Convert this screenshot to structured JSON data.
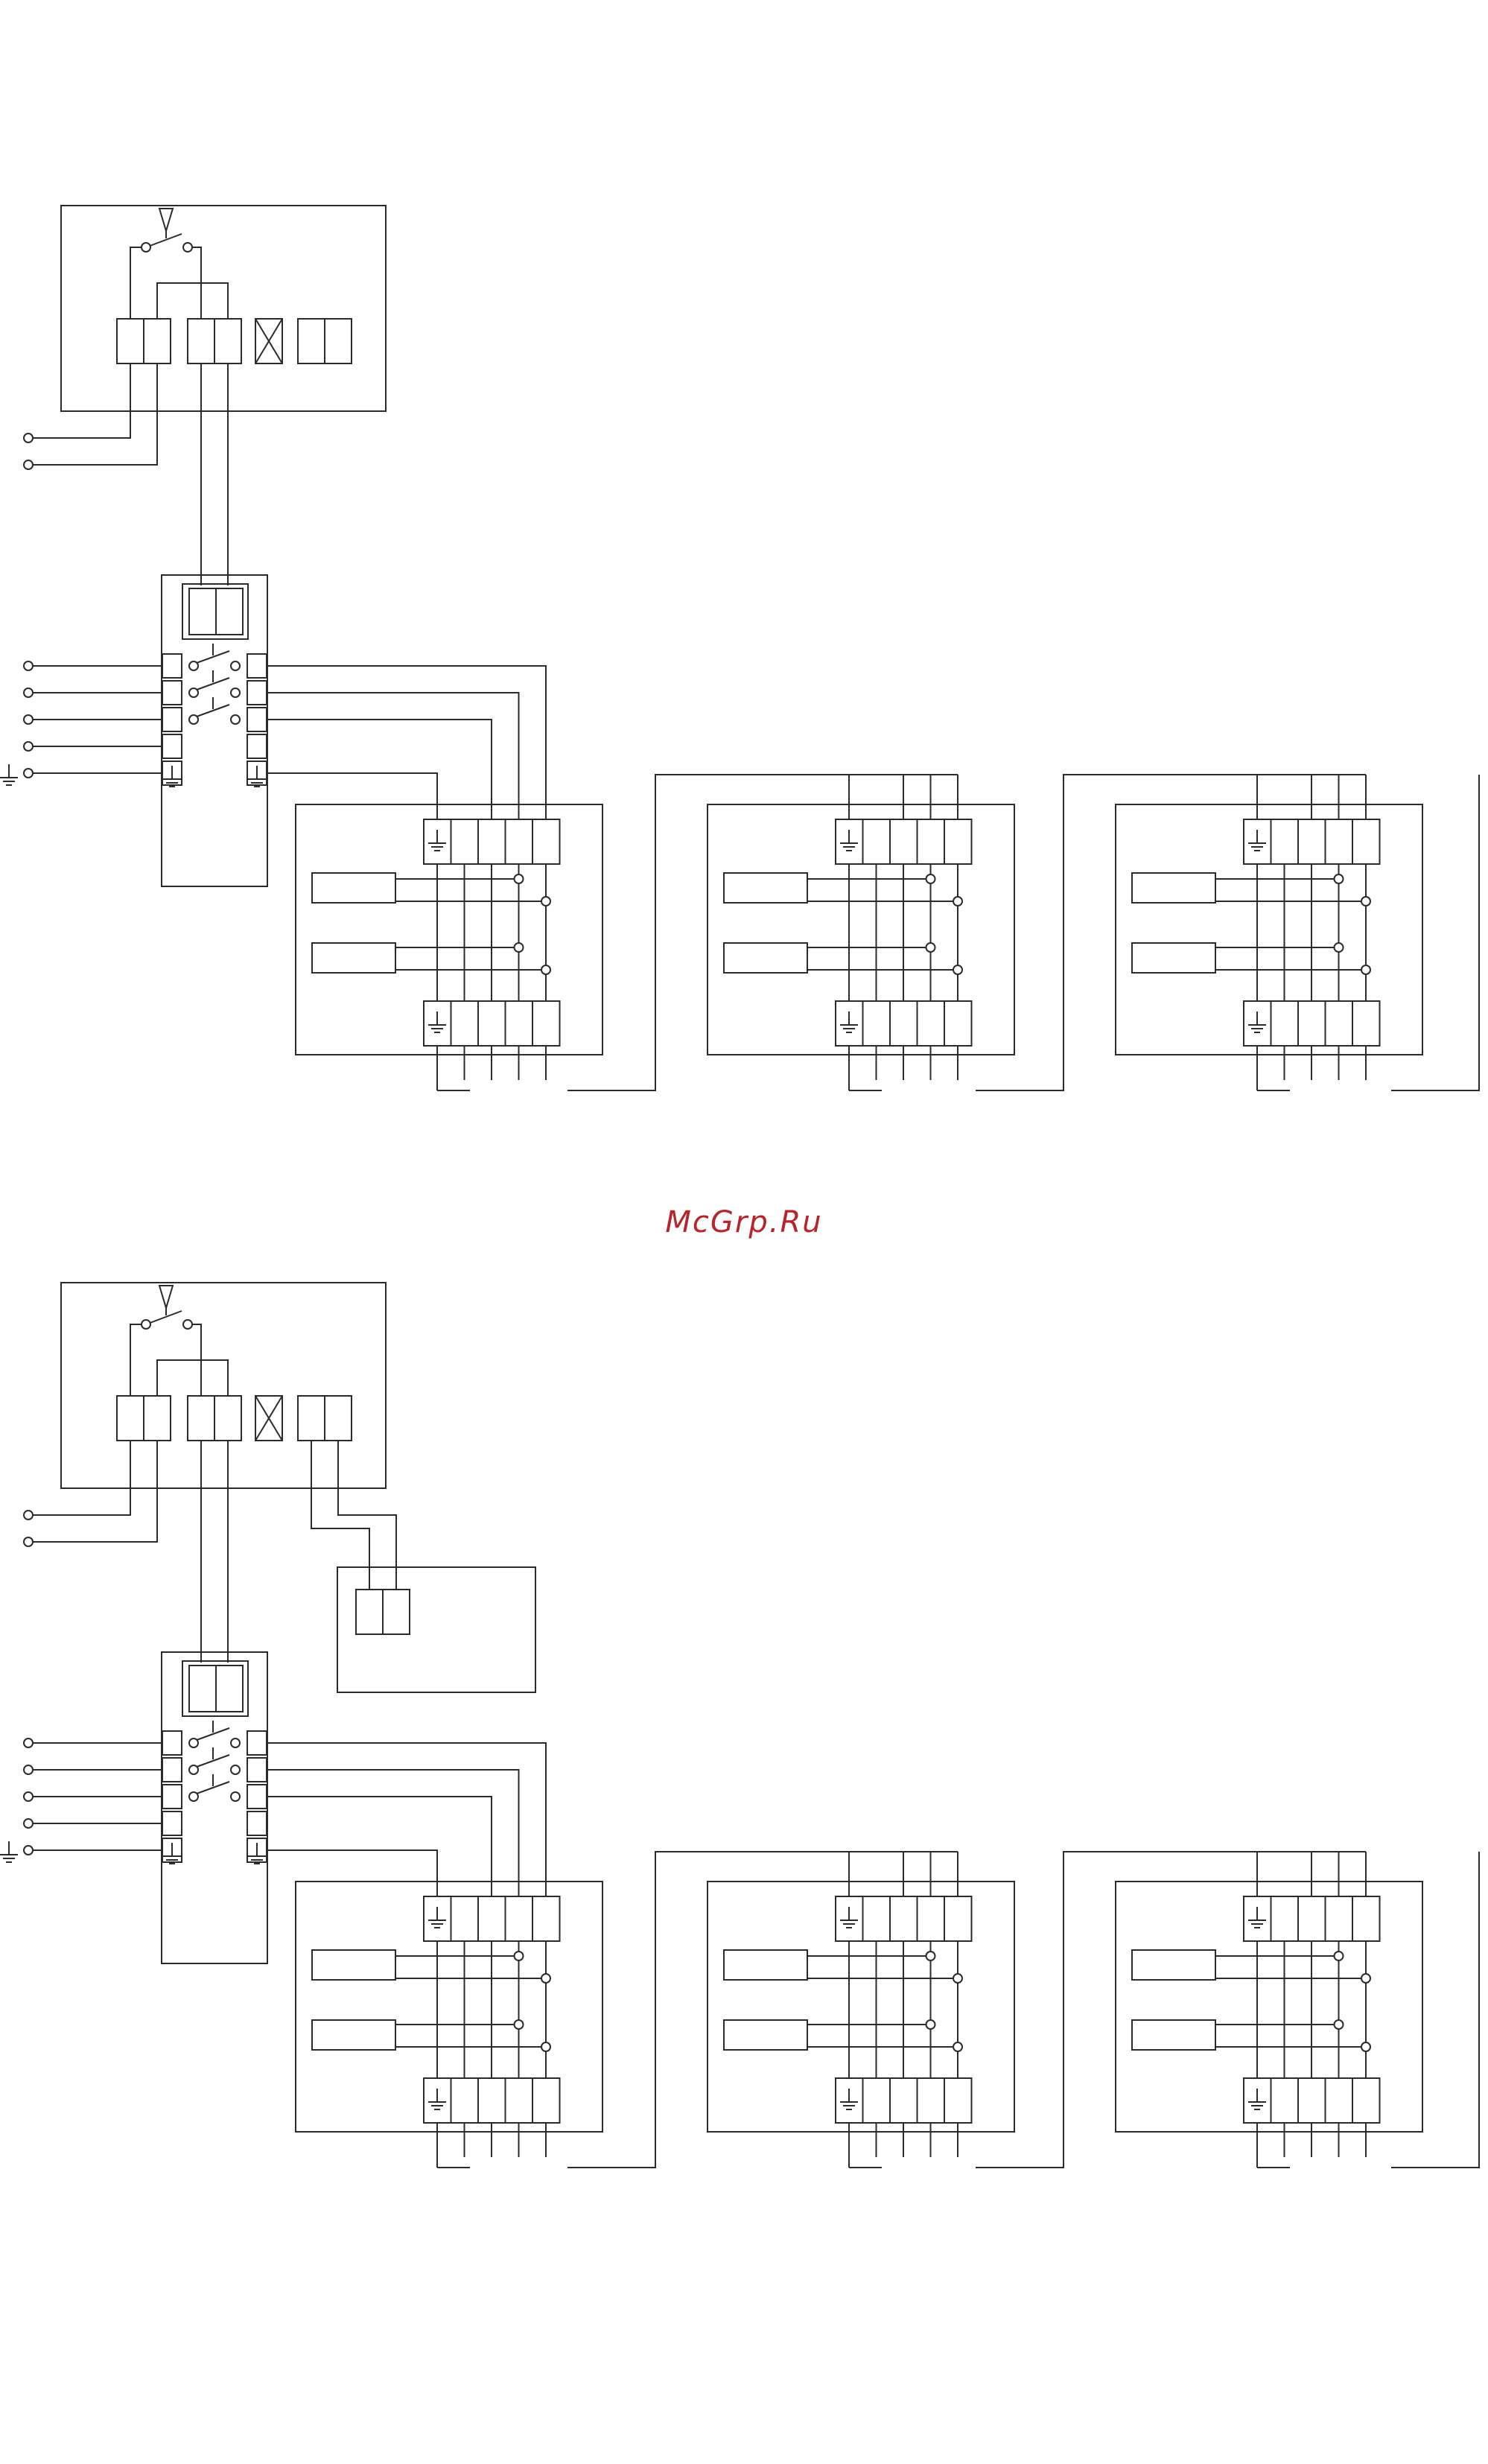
{
  "watermark": {
    "text": "McGrp.Ru",
    "color": "#b5252b"
  },
  "line_color": "#2b2b2b",
  "schematics": [
    {
      "id": "upper",
      "has_extra_module": false,
      "modules": 3
    },
    {
      "id": "lower",
      "has_extra_module": true,
      "modules": 3
    }
  ],
  "icons": [
    "push-button-icon",
    "ground-icon",
    "terminal-icon",
    "cross-box-icon",
    "switch-contact-icon"
  ]
}
